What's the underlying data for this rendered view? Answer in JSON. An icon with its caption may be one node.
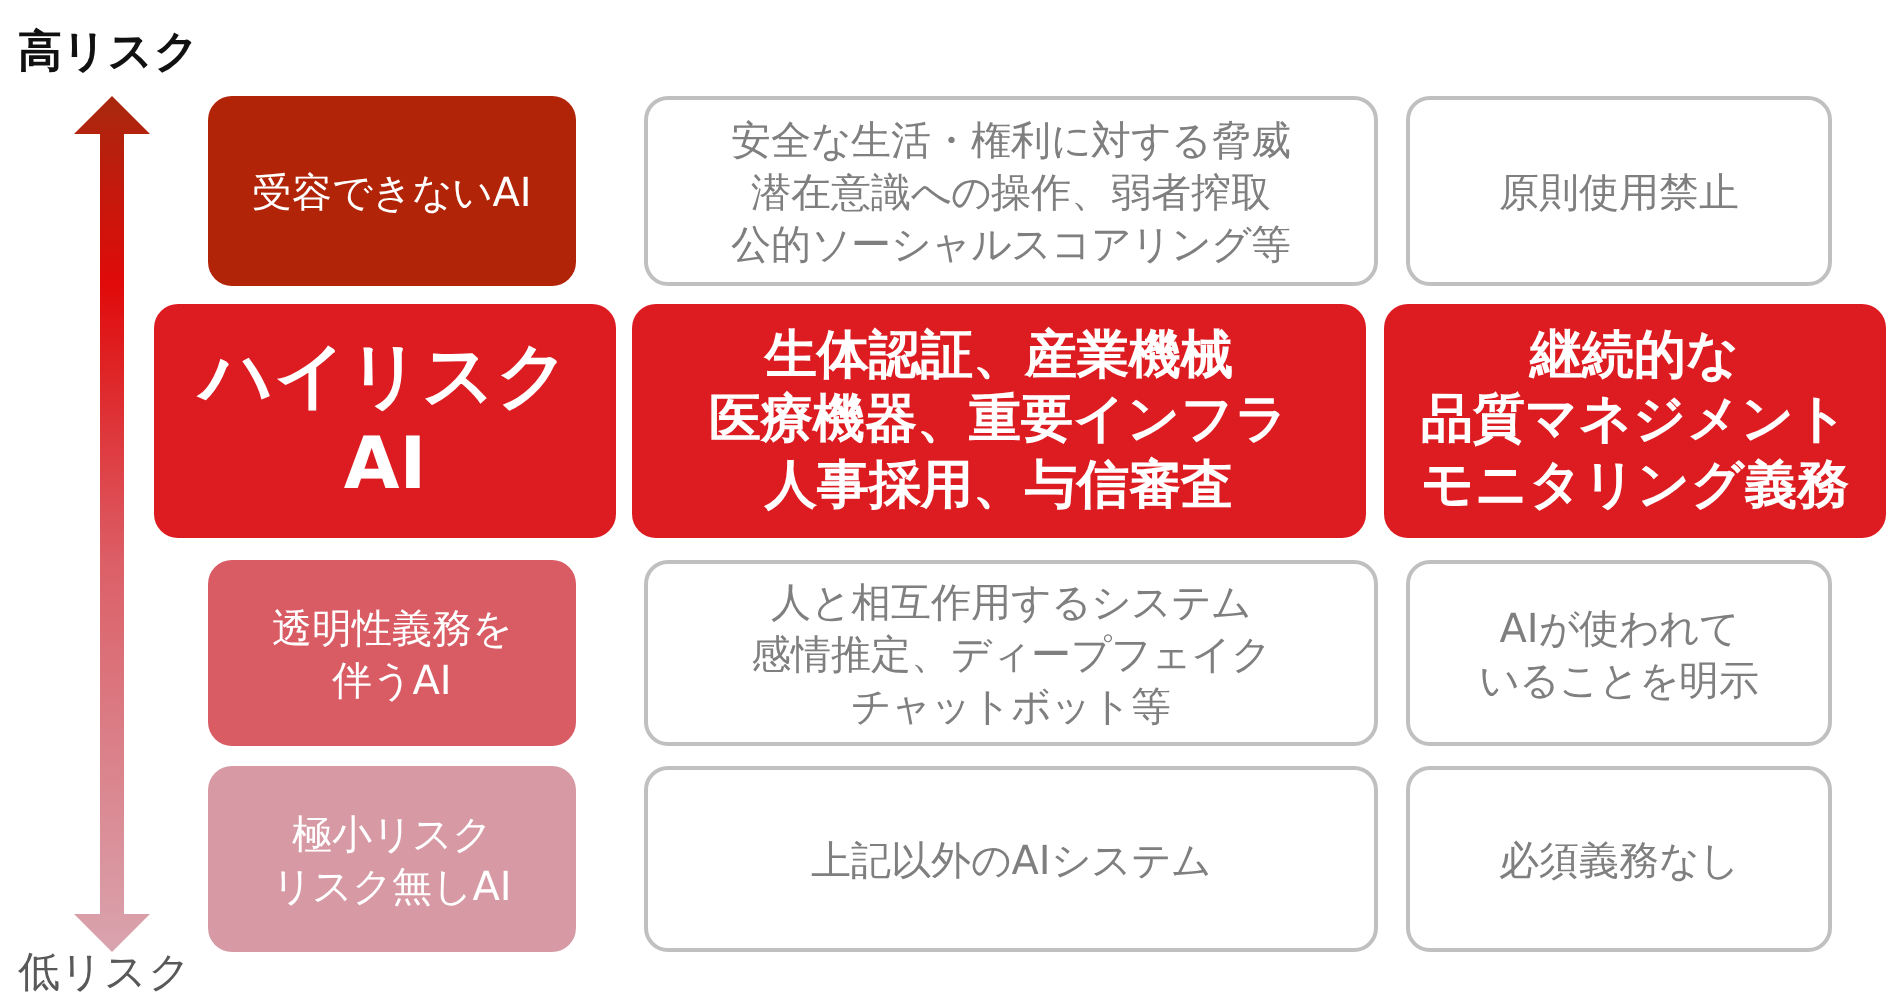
{
  "diagram": {
    "nodes": [
      {
        "text": [
          "受容できないAI"
        ]
      },
      {
        "text": [
          "安全な生活・権利に対する脅威",
          "潜在意識への操作、弱者搾取",
          "公的ソーシャルスコアリング等"
        ]
      },
      {
        "text": [
          "原則使用禁止"
        ]
      },
      {
        "text": [
          "ハイリスクAI"
        ]
      },
      {
        "text": [
          "生体認証、産業機械",
          "医療機器、重要インフラ",
          "人事採用、与信審査"
        ]
      },
      {
        "text": [
          "継続的な",
          "品質マネジメント",
          "モニタリング義務"
        ]
      },
      {
        "text": [
          "透明性義務を伴うAI"
        ]
      },
      {
        "text": [
          "人と相互作用するシステム",
          "感情推定、ディープフェイク",
          "チャットボット等"
        ]
      },
      {
        "text": [
          "AIが使われていることを明示"
        ]
      },
      {
        "text": [
          "極小リスク",
          "リスク無しAI"
        ]
      },
      {
        "text": [
          "上記以外のAIシステム"
        ]
      },
      {
        "text": [
          "必須義務なし"
        ]
      }
    ],
    "labels": [
      "高リスク",
      "低リスク"
    ]
  }
}
